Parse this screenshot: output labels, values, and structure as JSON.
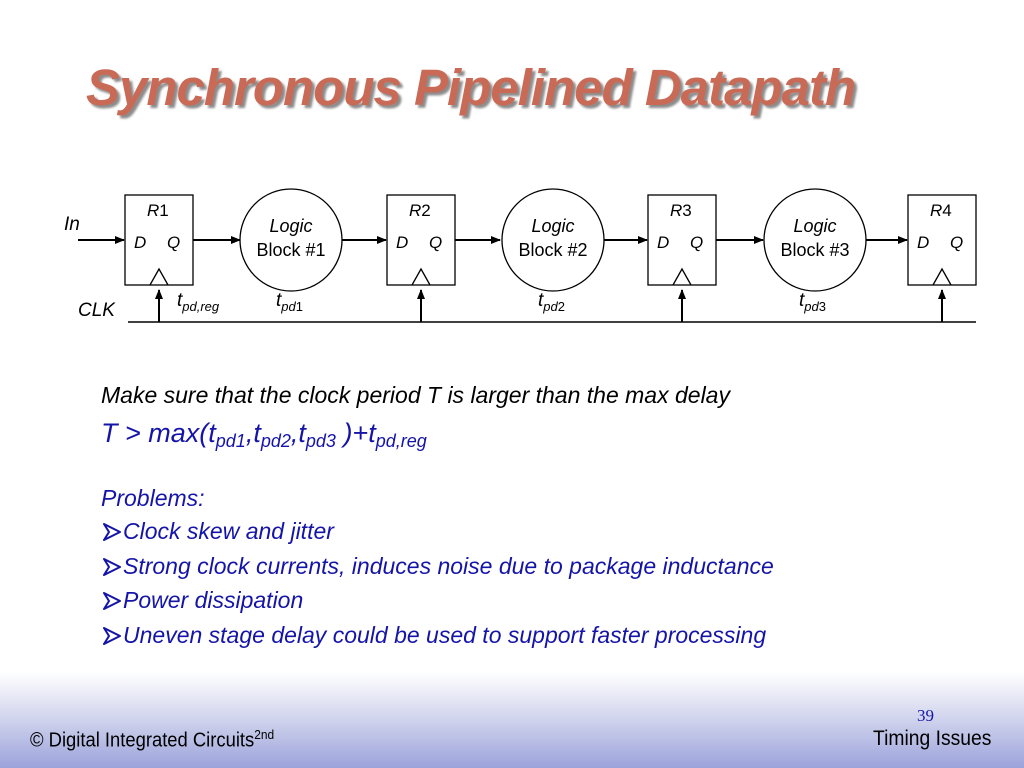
{
  "title": "Synchronous Pipelined Datapath",
  "diagram": {
    "input_label": "In",
    "clock_label": "CLK",
    "registers": [
      {
        "prefix": "R",
        "number": "1",
        "d": "D",
        "q": "Q"
      },
      {
        "prefix": "R",
        "number": "2",
        "d": "D",
        "q": "Q"
      },
      {
        "prefix": "R",
        "number": "3",
        "d": "D",
        "q": "Q"
      },
      {
        "prefix": "R",
        "number": "4",
        "d": "D",
        "q": "Q"
      }
    ],
    "logic_blocks": [
      {
        "line1": "Logic",
        "line2": "Block #1"
      },
      {
        "line1": "Logic",
        "line2": "Block #2"
      },
      {
        "line1": "Logic",
        "line2": "Block #3"
      }
    ],
    "delays": [
      {
        "t": "t",
        "sub": "pd,reg"
      },
      {
        "t": "t",
        "sub": "pd",
        "num": "1"
      },
      {
        "t": "t",
        "sub": "pd",
        "num": "2"
      },
      {
        "t": "t",
        "sub": "pd",
        "num": "3"
      }
    ]
  },
  "note": "Make sure that the clock period T is larger than the max delay",
  "formula": {
    "lead": "T > max(t",
    "sub1": "pd1",
    "sep1": ",t",
    "sub2": "pd2",
    "sep2": ",t",
    "sub3": "pd3",
    "close": " )+t",
    "sub4": "pd,reg"
  },
  "problems": {
    "heading": "Problems:",
    "items": [
      "Clock skew and jitter",
      "Strong clock currents, induces noise due to package inductance",
      "Power dissipation",
      "Uneven stage delay could be used to support faster processing"
    ]
  },
  "footer": {
    "copyright": "© Digital Integrated Circuits",
    "edition": "2nd",
    "page_number": "39",
    "section": "Timing Issues"
  },
  "colors": {
    "title": "#c86a55",
    "accent_blue": "#1414a8",
    "footer_gradient": "#9ca3db"
  }
}
